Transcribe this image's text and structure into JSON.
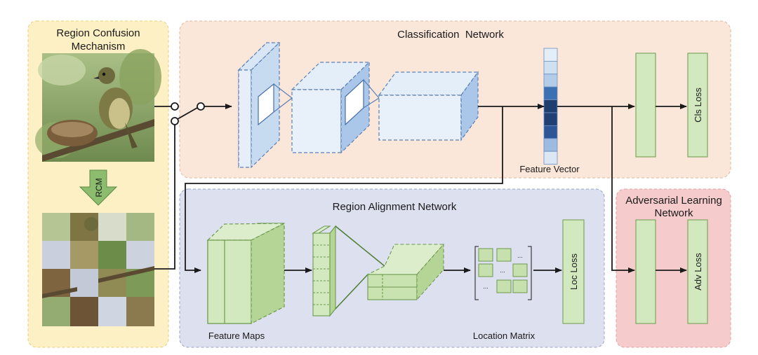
{
  "panels": {
    "rcm": {
      "title_line1": "Region Confusion",
      "title_line2": "Mechanism",
      "arrow_label": "RCM"
    },
    "classification": {
      "title": "Classification  Network"
    },
    "alignment": {
      "title": "Region Alignment Network"
    },
    "adversarial": {
      "title_line1": "Adversarial Learning",
      "title_line2": "Network"
    }
  },
  "labels": {
    "feature_vector": "Feature Vector",
    "cls_loss": "Cls Loss",
    "loc_loss": "Loc Loss",
    "adv_loss": "Adv Loss",
    "feature_maps": "Feature Maps",
    "location_matrix": "Location Matrix",
    "ellipsis": "..."
  },
  "colors": {
    "rcm_panel": "#fdf0c4",
    "classification_panel": "#fbe6da",
    "alignment_panel": "#dde0ef",
    "adversarial_panel": "#f6cbcc",
    "blue_block": "#c6daf0",
    "green_block": "#d2e8bf",
    "arrow": "#1a1a1a"
  },
  "images": {
    "original": "bird-on-nest-photo",
    "shuffled": "bird-photo-shuffled-patches"
  },
  "feature_vector_cells": [
    "#e4eef8",
    "#cfe0f1",
    "#b3cde9",
    "#3d6fb3",
    "#1f3e70",
    "#223f73",
    "#2e5596",
    "#9dbbe0",
    "#dbe7f4"
  ]
}
